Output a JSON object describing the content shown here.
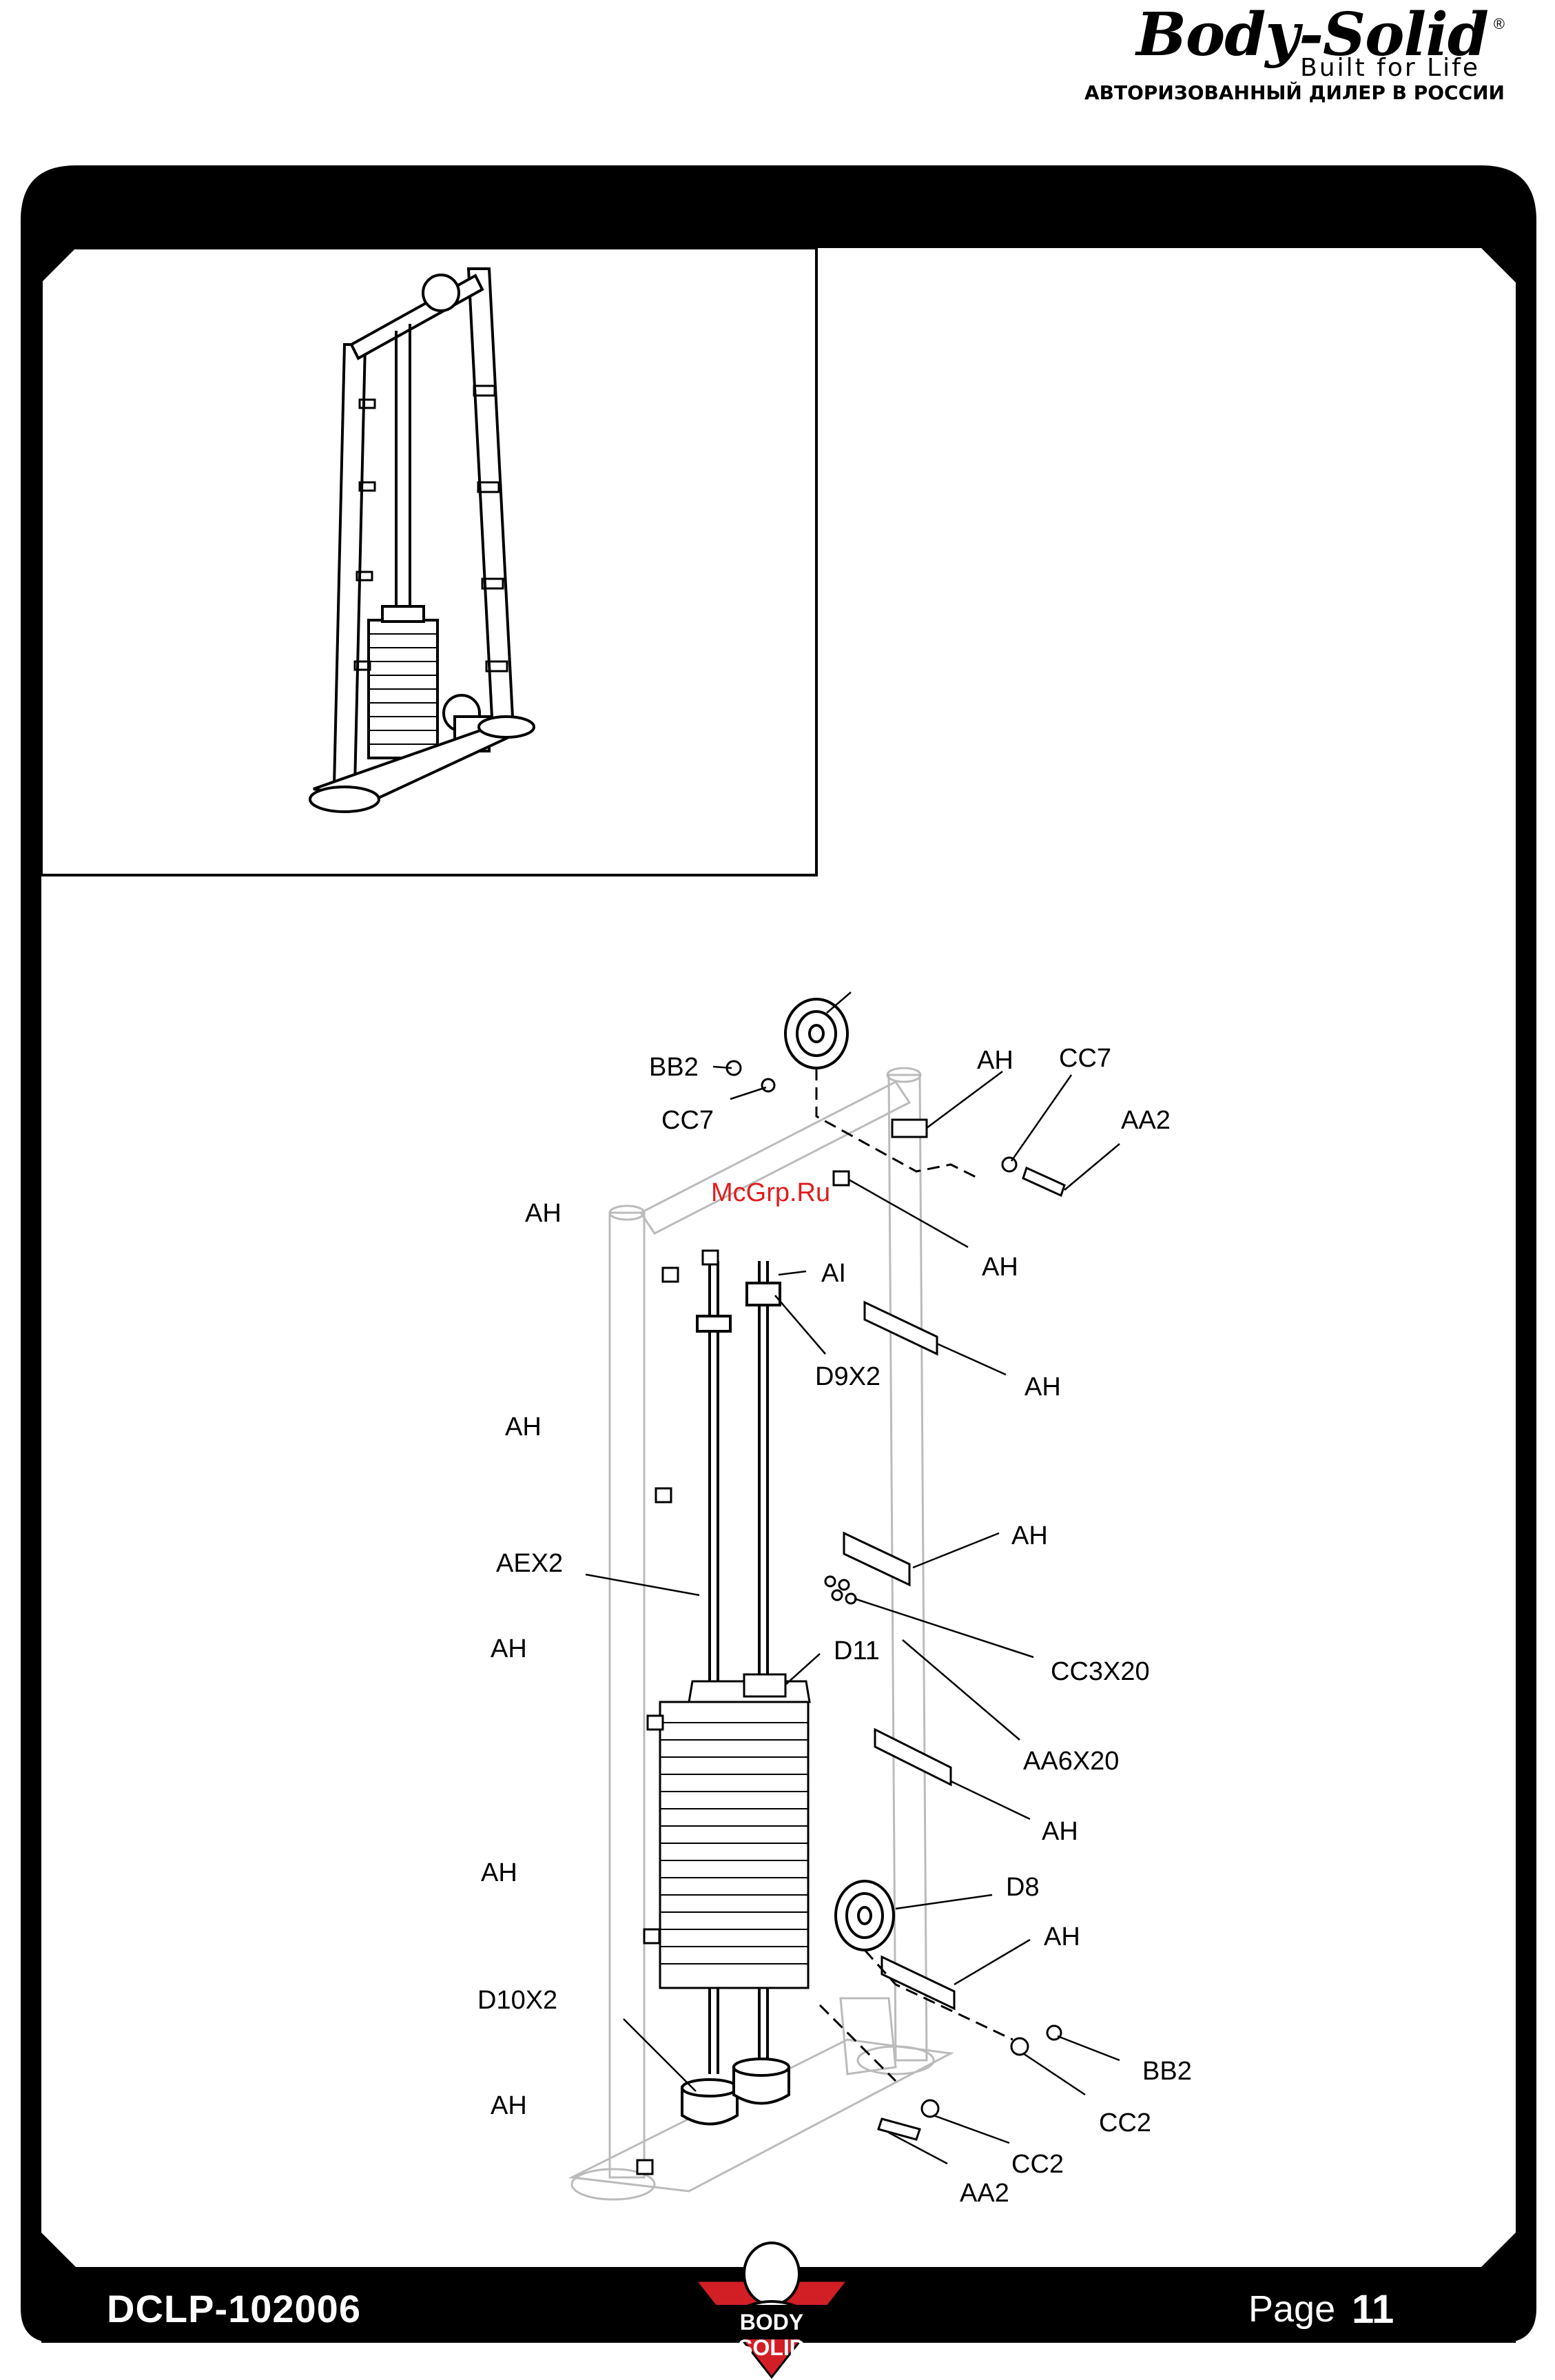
{
  "brand": {
    "logo": "Body-Solid",
    "reg": "®",
    "tagline": "Built for Life",
    "dealer": "АВТОРИЗОВАННЫЙ ДИЛЕР В РОССИИ"
  },
  "watermark": "McGrp.Ru",
  "footer": {
    "model": "DCLP-102006",
    "page_label": "Page",
    "page_number": "11",
    "logo_text": "BODY SOLID"
  },
  "callouts": [
    {
      "id": "bb2-top",
      "label": "BB2"
    },
    {
      "id": "cc7-left",
      "label": "CC7"
    },
    {
      "id": "ah-top",
      "label": "AH"
    },
    {
      "id": "cc7-right",
      "label": "CC7"
    },
    {
      "id": "aa2-top",
      "label": "AA2"
    },
    {
      "id": "ah-left-1",
      "label": "AH"
    },
    {
      "id": "ah-right-1",
      "label": "AH"
    },
    {
      "id": "ai",
      "label": "AI"
    },
    {
      "id": "d9x2",
      "label": "D9X2"
    },
    {
      "id": "ah-right-2",
      "label": "AH"
    },
    {
      "id": "ah-left-2",
      "label": "AH"
    },
    {
      "id": "ah-right-3",
      "label": "AH"
    },
    {
      "id": "aex2",
      "label": "AEX2"
    },
    {
      "id": "ah-left-3",
      "label": "AH"
    },
    {
      "id": "d11",
      "label": "D11"
    },
    {
      "id": "cc3x20",
      "label": "CC3X20"
    },
    {
      "id": "aa6x20",
      "label": "AA6X20"
    },
    {
      "id": "ah-right-4",
      "label": "AH"
    },
    {
      "id": "ah-left-4",
      "label": "AH"
    },
    {
      "id": "d8",
      "label": "D8"
    },
    {
      "id": "ah-right-5",
      "label": "AH"
    },
    {
      "id": "d10x2",
      "label": "D10X2"
    },
    {
      "id": "bb2-bottom",
      "label": "BB2"
    },
    {
      "id": "ah-left-5",
      "label": "AH"
    },
    {
      "id": "cc2-right",
      "label": "CC2"
    },
    {
      "id": "cc2-left",
      "label": "CC2"
    },
    {
      "id": "aa2-bottom",
      "label": "AA2"
    }
  ]
}
